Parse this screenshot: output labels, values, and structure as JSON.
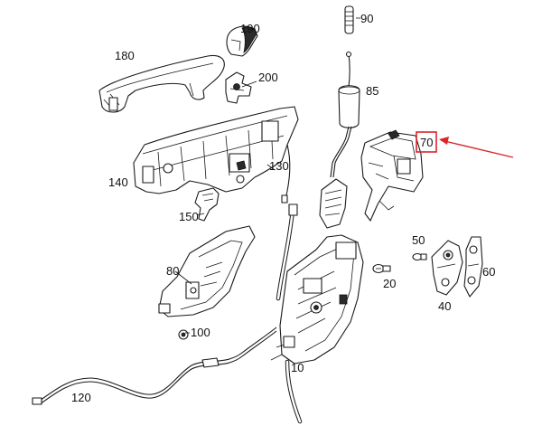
{
  "diagram": {
    "parts": [
      {
        "id": "door-lock",
        "label": "10"
      },
      {
        "id": "screw",
        "label": "20"
      },
      {
        "id": "bracket",
        "label": "40"
      },
      {
        "id": "bolt",
        "label": "50"
      },
      {
        "id": "plate",
        "label": "60"
      },
      {
        "id": "control-unit",
        "label": "70"
      },
      {
        "id": "cover",
        "label": "80"
      },
      {
        "id": "clip",
        "label": "85"
      },
      {
        "id": "rod-guide",
        "label": "90"
      },
      {
        "id": "rod",
        "label": "100"
      },
      {
        "id": "bowden-cable",
        "label": "120"
      },
      {
        "id": "cable",
        "label": "130"
      },
      {
        "id": "handle-carrier",
        "label": "140"
      },
      {
        "id": "rod-clip",
        "label": "150"
      },
      {
        "id": "outer-handle",
        "label": "180"
      },
      {
        "id": "lock-cylinder-cap",
        "label": "190"
      },
      {
        "id": "lever",
        "label": "200"
      }
    ],
    "highlight": {
      "part": "70",
      "color": "#d9262b"
    },
    "ink_color": "#1a1a1a"
  }
}
